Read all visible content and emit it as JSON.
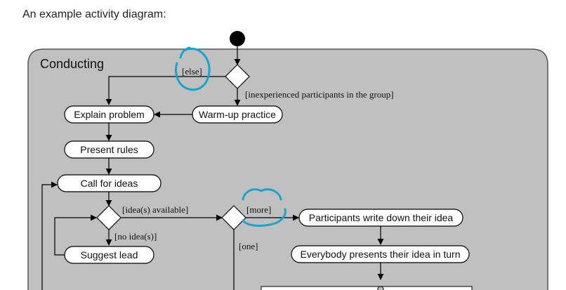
{
  "intro": "An example activity diagram:",
  "diagram": {
    "container_title": "Conducting",
    "nodes": {
      "explain": "Explain problem",
      "warmup": "Warm-up practice",
      "rules": "Present rules",
      "call": "Call for ideas",
      "suggest": "Suggest lead",
      "write": "Participants write down their idea",
      "present": "Everybody presents their idea in turn"
    },
    "guards": {
      "else": "[else]",
      "inexperienced": "[inexperienced participants in the group]",
      "ideas_available": "[idea(s) available]",
      "no_ideas": "[no idea(s)]",
      "more": "[more]",
      "one": "[one]"
    },
    "annotation_color": "#1aa3cc",
    "container_fill": "#c0c0c0"
  }
}
